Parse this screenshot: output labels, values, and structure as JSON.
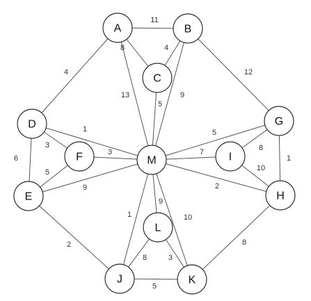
{
  "nodes": [
    {
      "id": "A",
      "label": "A"
    },
    {
      "id": "B",
      "label": "B"
    },
    {
      "id": "C",
      "label": "C"
    },
    {
      "id": "D",
      "label": "D"
    },
    {
      "id": "E",
      "label": "E"
    },
    {
      "id": "F",
      "label": "F"
    },
    {
      "id": "G",
      "label": "G"
    },
    {
      "id": "H",
      "label": "H"
    },
    {
      "id": "I",
      "label": "I"
    },
    {
      "id": "J",
      "label": "J"
    },
    {
      "id": "K",
      "label": "K"
    },
    {
      "id": "L",
      "label": "L"
    },
    {
      "id": "M",
      "label": "M"
    }
  ],
  "edges": [
    {
      "from": "A",
      "to": "B",
      "weight": "11"
    },
    {
      "from": "A",
      "to": "C",
      "weight": "8"
    },
    {
      "from": "B",
      "to": "C",
      "weight": "4"
    },
    {
      "from": "A",
      "to": "D",
      "weight": "4"
    },
    {
      "from": "B",
      "to": "G",
      "weight": "12"
    },
    {
      "from": "A",
      "to": "M",
      "weight": "13"
    },
    {
      "from": "C",
      "to": "M",
      "weight": "5"
    },
    {
      "from": "B",
      "to": "M",
      "weight": "9"
    },
    {
      "from": "D",
      "to": "E",
      "weight": "6"
    },
    {
      "from": "D",
      "to": "F",
      "weight": "3"
    },
    {
      "from": "D",
      "to": "M",
      "weight": "1"
    },
    {
      "from": "E",
      "to": "F",
      "weight": "5"
    },
    {
      "from": "F",
      "to": "M",
      "weight": "3"
    },
    {
      "from": "E",
      "to": "M",
      "weight": "9"
    },
    {
      "from": "E",
      "to": "J",
      "weight": "2"
    },
    {
      "from": "G",
      "to": "M",
      "weight": "5"
    },
    {
      "from": "G",
      "to": "I",
      "weight": "8"
    },
    {
      "from": "G",
      "to": "H",
      "weight": "1"
    },
    {
      "from": "I",
      "to": "M",
      "weight": "7"
    },
    {
      "from": "I",
      "to": "H",
      "weight": "10"
    },
    {
      "from": "M",
      "to": "H",
      "weight": "2"
    },
    {
      "from": "H",
      "to": "K",
      "weight": "8"
    },
    {
      "from": "M",
      "to": "L",
      "weight": "9"
    },
    {
      "from": "M",
      "to": "J",
      "weight": "1"
    },
    {
      "from": "M",
      "to": "K",
      "weight": "10"
    },
    {
      "from": "L",
      "to": "J",
      "weight": "8"
    },
    {
      "from": "L",
      "to": "K",
      "weight": "3"
    },
    {
      "from": "J",
      "to": "K",
      "weight": "5"
    }
  ]
}
